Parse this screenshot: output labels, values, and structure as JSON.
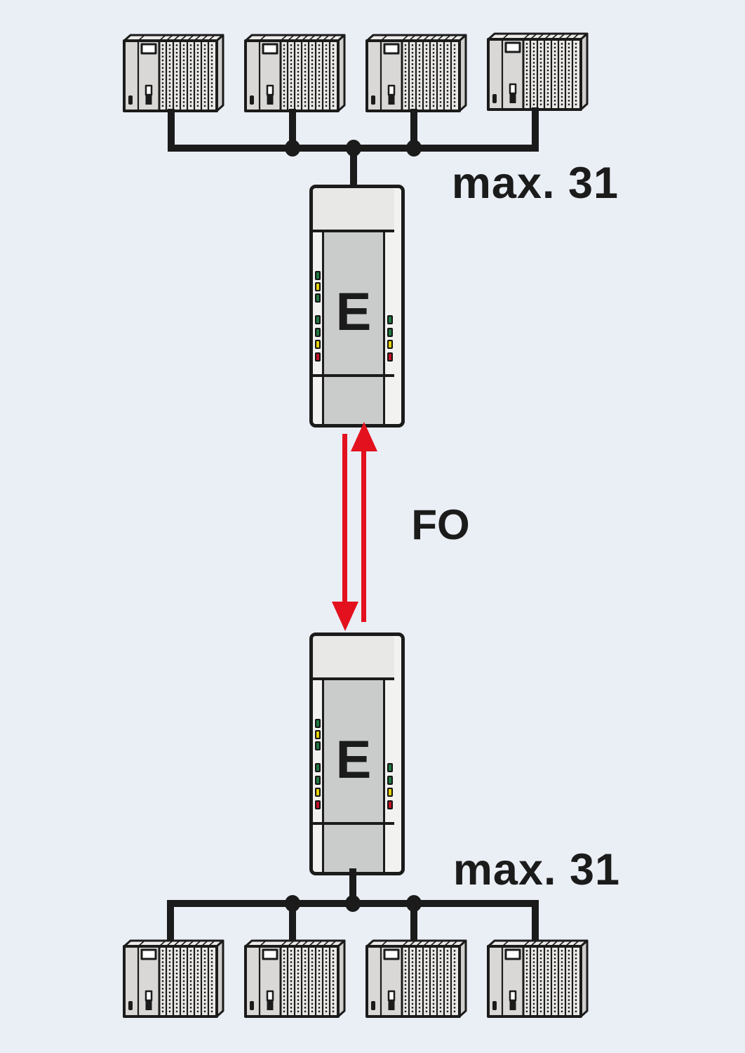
{
  "labels": {
    "max_top": "max. 31",
    "fo": "FO",
    "max_bottom": "max. 31"
  },
  "modules": {
    "top": {
      "label": "E"
    },
    "bottom": {
      "label": "E"
    }
  },
  "leds": {
    "left_top": [
      "green",
      "yellow",
      "green"
    ],
    "left_bottom": [
      "green",
      "green",
      "yellow",
      "red"
    ],
    "right_bottom": [
      "green",
      "green",
      "yellow",
      "red"
    ]
  },
  "plc": {
    "count_top_row": 4,
    "count_bottom_row": 4,
    "icon": "plc-rack-icon"
  },
  "icons": {
    "link_up": "arrow-up-icon",
    "link_down": "arrow-down-icon",
    "junction": "junction-dot"
  },
  "colors": {
    "bg": "#eaeef5",
    "line": "#1b1b1b",
    "accent_red": "#e3111d",
    "led_green": "#1f7a42",
    "led_yellow": "#e4d000",
    "led_red": "#c01225",
    "plc_body": "#d9d8d6",
    "plc_slat": "#eae9e7",
    "plc_top": "#ecebe9",
    "plc_side": "#d0cfcd",
    "module_top_fill": "#e8e8e6",
    "module_panel": "#c9ccca",
    "module_rail": "#f2f2f0"
  }
}
